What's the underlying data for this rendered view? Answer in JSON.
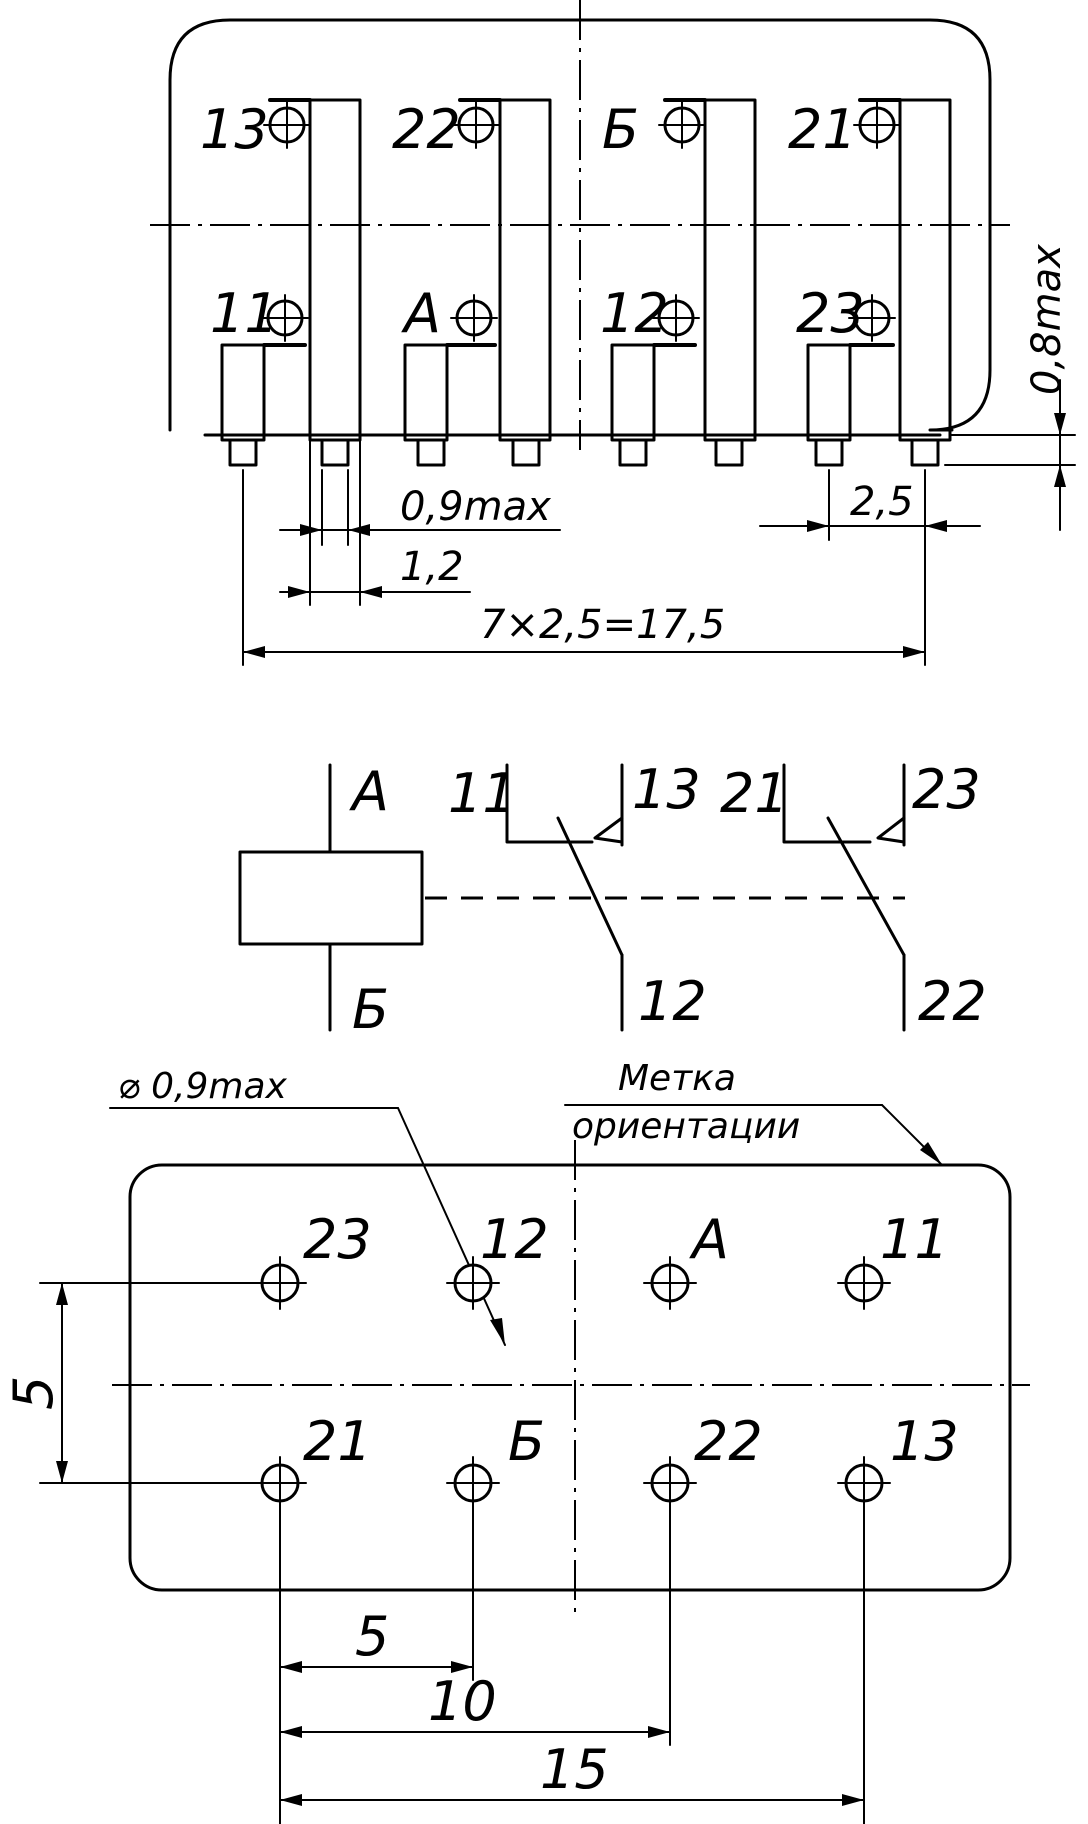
{
  "side_view": {
    "pins_top": [
      "13",
      "22",
      "Б",
      "21"
    ],
    "pins_bottom": [
      "11",
      "А",
      "12",
      "23"
    ],
    "dim_height": "0,8max",
    "dim_pin_width": "0,9max",
    "dim_pin_depth": "1,2",
    "dim_pitch": "2,5",
    "dim_total": "7×2,5=17,5"
  },
  "schematic": {
    "coil_top": "А",
    "coil_bottom": "Б",
    "c1_common_top": "11",
    "c1_fixed": "13",
    "c1_common_bottom": "12",
    "c2_common_top": "21",
    "c2_fixed": "23",
    "c2_common_bottom": "22"
  },
  "bottom_view": {
    "hole_diameter": "⌀ 0,9max",
    "marker_line1": "Метка",
    "marker_line2": "ориентации",
    "pins_top": [
      "23",
      "12",
      "А",
      "11"
    ],
    "pins_bottom": [
      "21",
      "Б",
      "22",
      "13"
    ],
    "dim_row_spacing": "5",
    "dim_5": "5",
    "dim_10": "10",
    "dim_15": "15"
  }
}
